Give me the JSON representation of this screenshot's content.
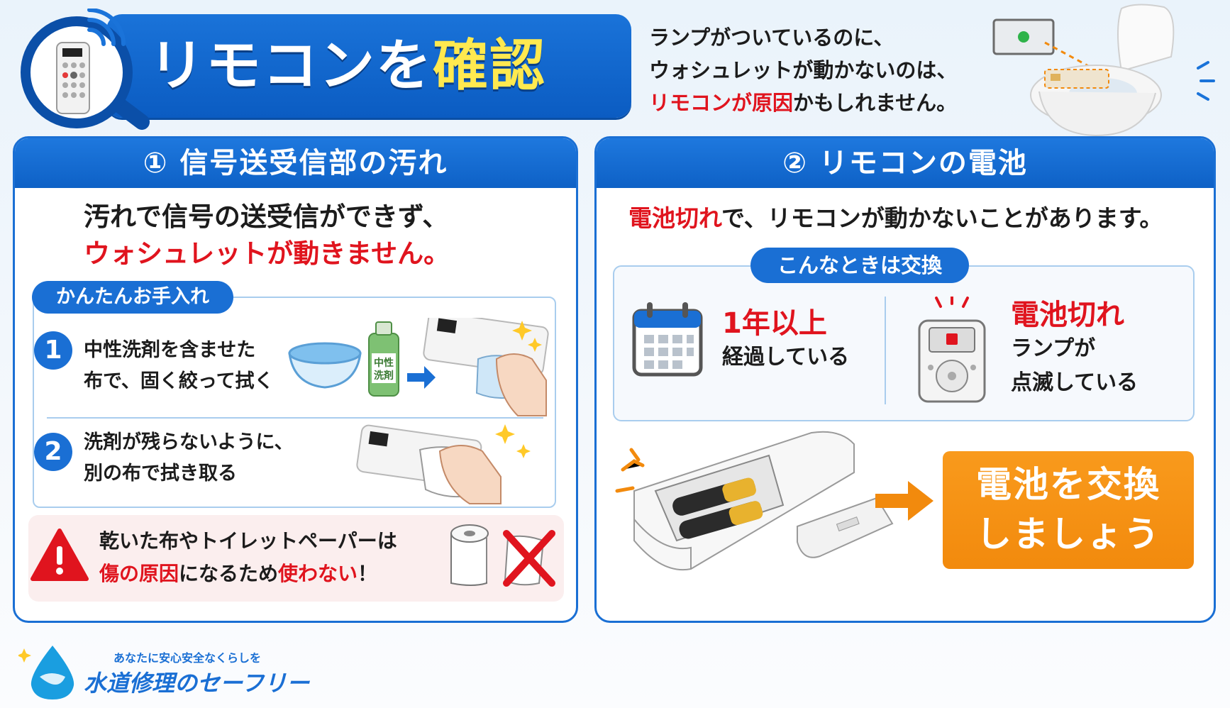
{
  "header": {
    "title_main": "リモコンを",
    "title_highlight": "確認",
    "intro": {
      "line1": "ランプがついているのに、",
      "line2": "ウォシュレットが動かないのは、",
      "line3_red": "リモコンが原因",
      "line3_rest": "かもしれません。"
    }
  },
  "section1": {
    "heading": "① 信号送受信部の汚れ",
    "lead_line1": "汚れで信号の送受信ができず、",
    "lead_line2_red": "ウォシュレットが動きません。",
    "care_label": "かんたんお手入れ",
    "steps": [
      {
        "num": "1",
        "line1": "中性洗剤を含ませた",
        "line2": "布で、固く絞って拭く"
      },
      {
        "num": "2",
        "line1": "洗剤が残らないように、",
        "line2": "別の布で拭き取る"
      }
    ],
    "detergent_label_line1": "中性",
    "detergent_label_line2": "洗剤",
    "warning": {
      "line1": "乾いた布やトイレットペーパーは",
      "line2_red1": "傷の原因",
      "line2_mid": "になるため",
      "line2_red2": "使わない",
      "line2_end": "！"
    }
  },
  "section2": {
    "heading": "② リモコンの電池",
    "lead_red": "電池切れ",
    "lead_rest": "で、リモコンが動かないことがあります。",
    "when_label": "こんなときは交換",
    "cond1": {
      "big": "1年以上",
      "line2": "経過している"
    },
    "cond2": {
      "big": "電池切れ",
      "line2": "ランプが",
      "line3": "点滅している"
    },
    "action_line1": "電池を交換",
    "action_line2": "しましょう"
  },
  "footer": {
    "tagline": "あなたに安心安全なくらしを",
    "brand": "水道修理のセーフリー"
  },
  "colors": {
    "primary_blue": "#1a6fd4",
    "accent_red": "#e0141e",
    "accent_orange": "#f28a0d",
    "title_yellow": "#ffe94f"
  }
}
